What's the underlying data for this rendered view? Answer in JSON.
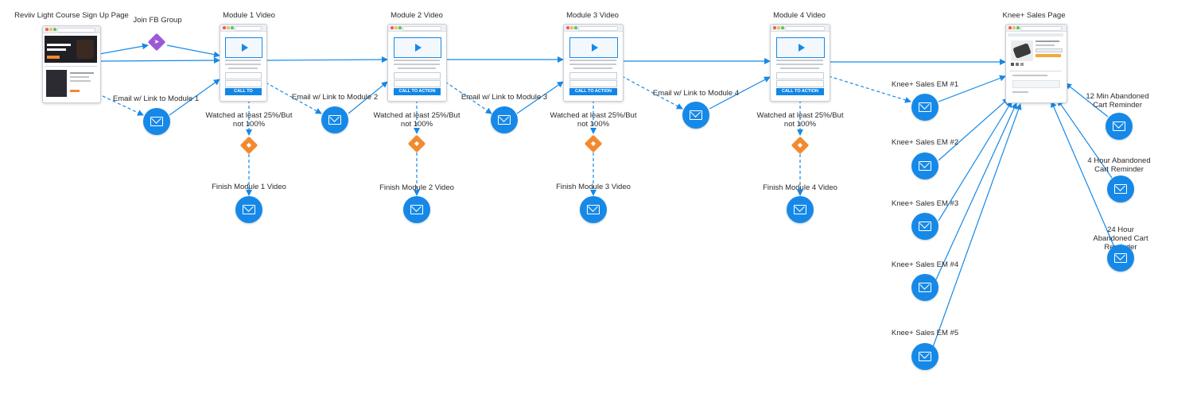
{
  "colors": {
    "arrow": "#1689e8",
    "email": "#1689e8",
    "tag": "#f28a2f",
    "fb_group": "#9b59d6"
  },
  "pages": {
    "signup": {
      "label": "Reviiv Light Course Sign Up Page"
    },
    "module1": {
      "label": "Module 1 Video",
      "cta": "CALL TO ACTION"
    },
    "module2": {
      "label": "Module 2 Video",
      "cta": "CALL TO ACTION"
    },
    "module3": {
      "label": "Module 3 Video",
      "cta": "CALL TO ACTION"
    },
    "module4": {
      "label": "Module 4 Video",
      "cta": "CALL TO ACTION"
    },
    "sales": {
      "label": "Knee+ Sales Page"
    }
  },
  "fb_group": {
    "label": "Join FB Group",
    "icon": "cursor-click-icon"
  },
  "emails": {
    "link_m1": "Email w/ Link to Module 1",
    "link_m2": "Email w/ Link to Module 2",
    "link_m3": "Email w/ Link to Module 3",
    "link_m4": "Email w/ Link to Module 4",
    "finish_m1": "Finish Module 1 Video",
    "finish_m2": "Finish Module 2 Video",
    "finish_m3": "Finish Module 3 Video",
    "finish_m4": "Finish Module 4 Video",
    "sales_em1": "Knee+ Sales EM #1",
    "sales_em2": "Knee+ Sales EM #2",
    "sales_em3": "Knee+ Sales EM #3",
    "sales_em4": "Knee+ Sales EM #4",
    "sales_em5": "Knee+ Sales EM #5",
    "cart_12m": "12 Min Abandoned Cart Reminder",
    "cart_4h": "4 Hour Abandoned Cart Reminder",
    "cart_24h": "24 Hour Abandoned Cart Reminder"
  },
  "tags": {
    "watched": "Watched at least 25%/But not 100%",
    "icon": "tag-icon"
  }
}
